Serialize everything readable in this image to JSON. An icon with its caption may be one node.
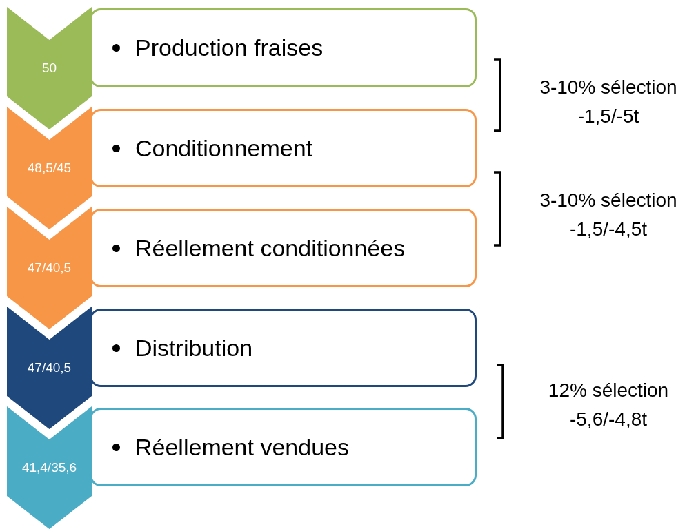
{
  "diagram": {
    "nodes": [
      {
        "text": [
          "50"
        ]
      },
      {
        "text": [
          "Production fraises"
        ]
      },
      {
        "text": [
          "48,5/45"
        ]
      },
      {
        "text": [
          "Conditionnement"
        ]
      },
      {
        "text": [
          "47/40,5"
        ]
      },
      {
        "text": [
          "Réellement conditionnées"
        ]
      },
      {
        "text": [
          "47/40,5"
        ]
      },
      {
        "text": [
          "Distribution"
        ]
      },
      {
        "text": [
          "41,4/35,6"
        ]
      },
      {
        "text": [
          "Réellement vendues"
        ]
      }
    ],
    "labels": [
      "3-10% sélection -1,5/-5t",
      "3-10% sélection -1,5/-4,5t",
      "12% sélection -5,6/-4,8t"
    ]
  }
}
